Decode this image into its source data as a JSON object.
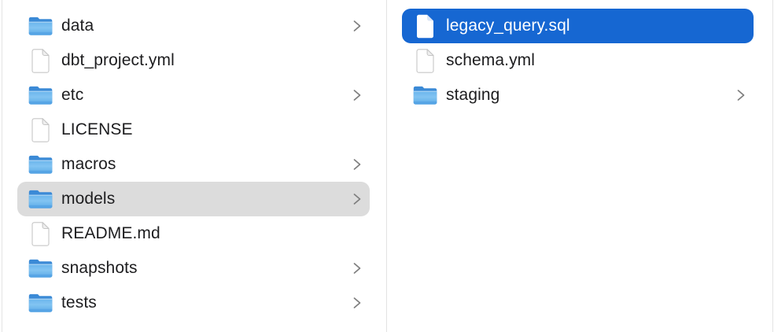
{
  "colors": {
    "selection_primary": "#1667d2",
    "selection_secondary": "#dcdcdc",
    "text": "#1d1d1f",
    "text_on_selection": "#ffffff",
    "column_divider": "#e3e3e3",
    "chevron": "#7e7e7e",
    "background": "#ffffff",
    "folder_blue_top": "#3b8ad6",
    "folder_blue_body": "#74bbee"
  },
  "columns": [
    {
      "name": "left-column",
      "items": [
        {
          "label": "data",
          "icon": "folder-icon",
          "has_chevron": true,
          "selection": "none"
        },
        {
          "label": "dbt_project.yml",
          "icon": "document-icon",
          "has_chevron": false,
          "selection": "none"
        },
        {
          "label": "etc",
          "icon": "folder-icon",
          "has_chevron": true,
          "selection": "none"
        },
        {
          "label": "LICENSE",
          "icon": "document-icon",
          "has_chevron": false,
          "selection": "none"
        },
        {
          "label": "macros",
          "icon": "folder-icon",
          "has_chevron": true,
          "selection": "none"
        },
        {
          "label": "models",
          "icon": "folder-icon",
          "has_chevron": true,
          "selection": "secondary"
        },
        {
          "label": "README.md",
          "icon": "document-icon",
          "has_chevron": false,
          "selection": "none"
        },
        {
          "label": "snapshots",
          "icon": "folder-icon",
          "has_chevron": true,
          "selection": "none"
        },
        {
          "label": "tests",
          "icon": "folder-icon",
          "has_chevron": true,
          "selection": "none"
        }
      ]
    },
    {
      "name": "right-column",
      "items": [
        {
          "label": "legacy_query.sql",
          "icon": "document-icon",
          "has_chevron": false,
          "selection": "primary"
        },
        {
          "label": "schema.yml",
          "icon": "document-icon",
          "has_chevron": false,
          "selection": "none"
        },
        {
          "label": "staging",
          "icon": "folder-icon",
          "has_chevron": true,
          "selection": "none"
        }
      ]
    }
  ]
}
